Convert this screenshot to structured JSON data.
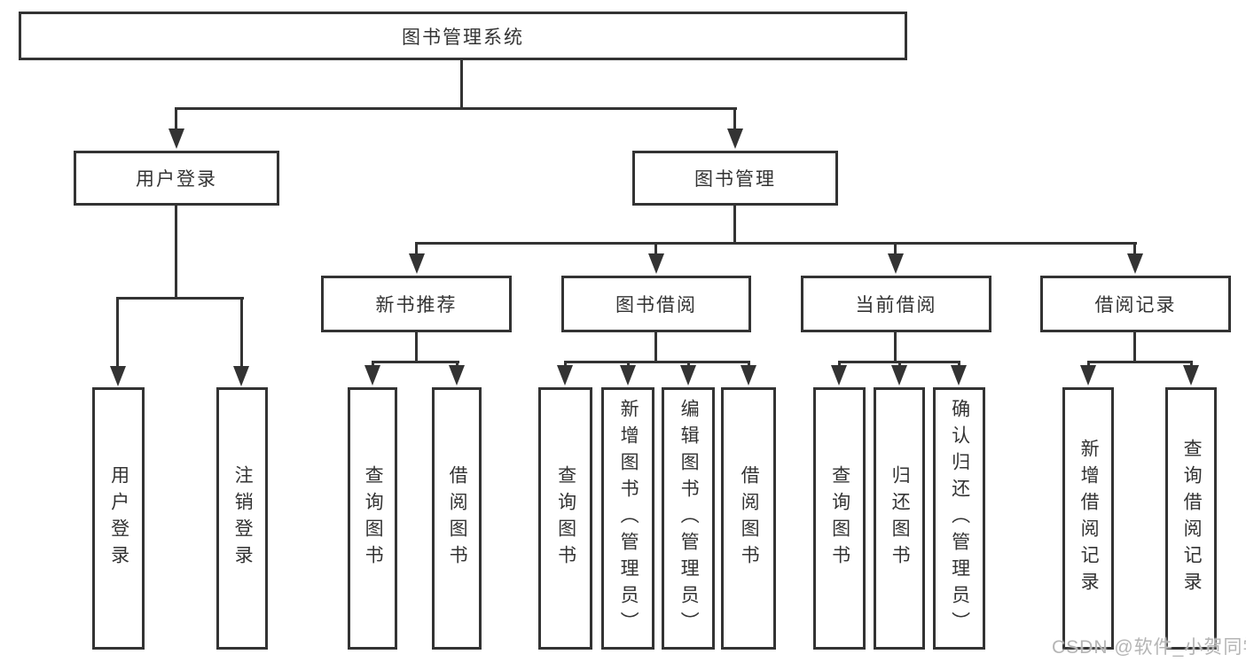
{
  "tree": {
    "label": "图书管理系统",
    "children": [
      {
        "label": "用户登录",
        "children": [
          {
            "label": "用户登录"
          },
          {
            "label": "注销登录"
          }
        ]
      },
      {
        "label": "图书管理",
        "children": [
          {
            "label": "新书推荐",
            "children": [
              {
                "label": "查询图书"
              },
              {
                "label": "借阅图书"
              }
            ]
          },
          {
            "label": "图书借阅",
            "children": [
              {
                "label": "查询图书"
              },
              {
                "label": "新增图书（管理员）"
              },
              {
                "label": "编辑图书（管理员）"
              },
              {
                "label": "借阅图书"
              }
            ]
          },
          {
            "label": "当前借阅",
            "children": [
              {
                "label": "查询图书"
              },
              {
                "label": "归还图书"
              },
              {
                "label": "确认归还（管理员）"
              }
            ]
          },
          {
            "label": "借阅记录",
            "children": [
              {
                "label": "新增借阅记录"
              },
              {
                "label": "查询借阅记录"
              }
            ]
          }
        ]
      }
    ]
  },
  "watermark": "CSDN @软件_小贺同学",
  "colors": {
    "line": "#333333",
    "text": "#333333",
    "watermark": "#b5b5b5",
    "background": "#ffffff"
  }
}
